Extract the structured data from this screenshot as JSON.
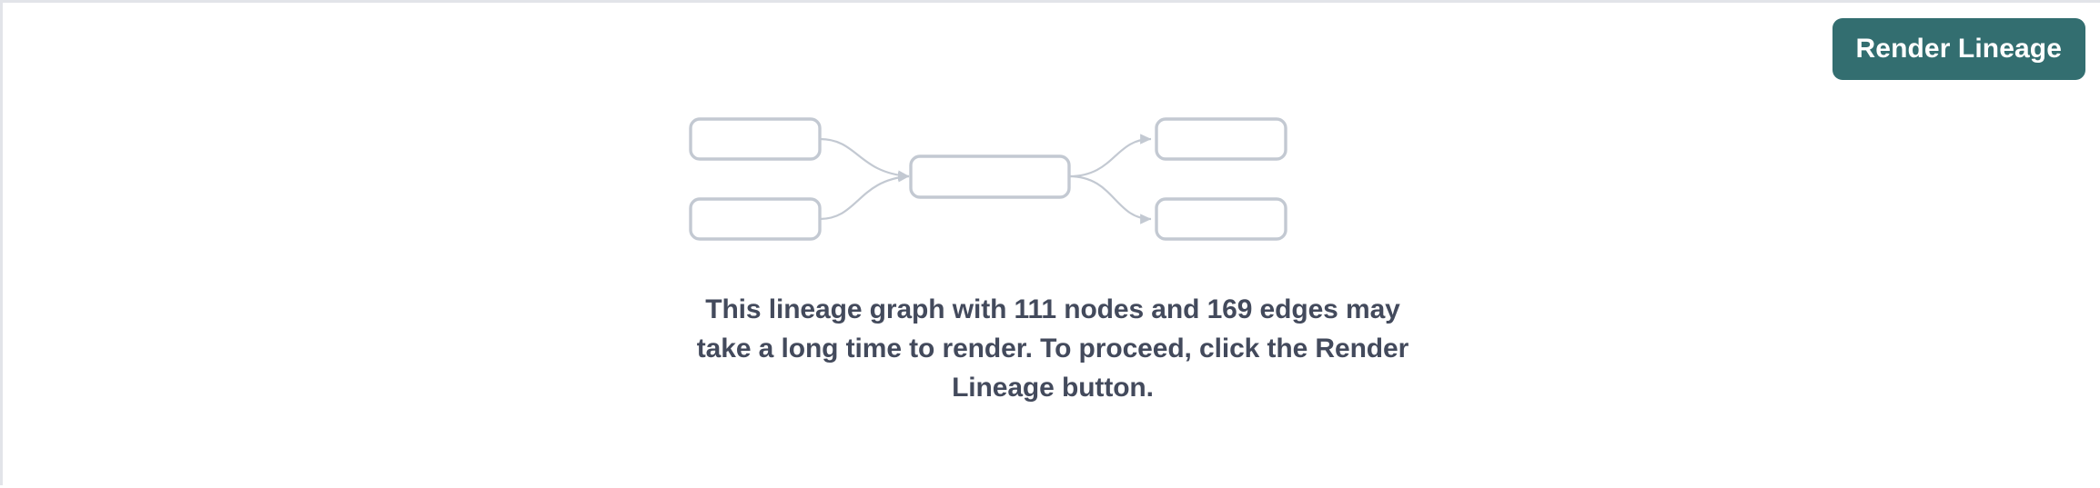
{
  "panel": {
    "background_color": "#ffffff",
    "border_color": "#e2e4e9"
  },
  "toolbar": {
    "render_lineage_label": "Render Lineage",
    "button_color": "#336e70",
    "button_text_color": "#ffffff"
  },
  "empty_state": {
    "message": "This lineage graph with 111 nodes and 169 edges may take a long time to render. To proceed, click the Render Lineage button.",
    "message_line_1": "This lineage graph with 111 nodes and 169 edges may take",
    "message_line_2": "a long time to render. To proceed, click the Render Lineage",
    "message_line_3": "button.",
    "text_color": "#434a5c",
    "node_count": 111,
    "edge_count": 169,
    "graphic": {
      "stroke_color": "#c3c9d2",
      "edge_color": "#c3c9d2",
      "node_count": 5,
      "edge_count": 4,
      "nodes": [
        {
          "id": "src-1",
          "column": "left",
          "row": 1
        },
        {
          "id": "src-2",
          "column": "left",
          "row": 2
        },
        {
          "id": "mid-1",
          "column": "center",
          "row": 1
        },
        {
          "id": "out-1",
          "column": "right",
          "row": 1
        },
        {
          "id": "out-2",
          "column": "right",
          "row": 2
        }
      ],
      "edges": [
        {
          "from": "src-1",
          "to": "mid-1"
        },
        {
          "from": "src-2",
          "to": "mid-1"
        },
        {
          "from": "mid-1",
          "to": "out-1"
        },
        {
          "from": "mid-1",
          "to": "out-2"
        }
      ]
    }
  }
}
